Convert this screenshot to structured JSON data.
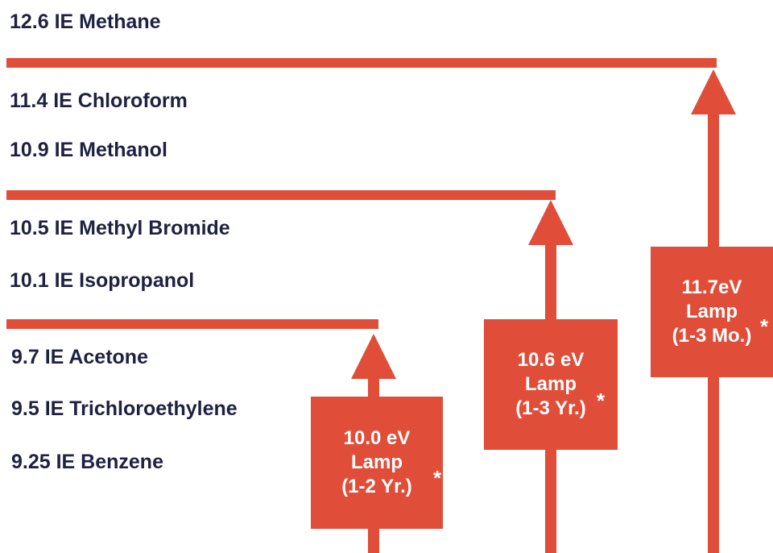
{
  "colors": {
    "accent": "#e04e39",
    "text": "#1e2140",
    "lamp_text": "#ffffff"
  },
  "compounds": [
    {
      "label": "12.6 IE Methane"
    },
    {
      "label": "11.4 IE Chloroform"
    },
    {
      "label": "10.9 IE Methanol"
    },
    {
      "label": "10.5 IE Methyl Bromide"
    },
    {
      "label": "10.1 IE Isopropanol"
    },
    {
      "label": "9.7 IE Acetone"
    },
    {
      "label": "9.5 IE Trichloroethylene"
    },
    {
      "label": "9.25 IE Benzene"
    }
  ],
  "lamps": [
    {
      "energy": "10.0 eV",
      "word": "Lamp",
      "life": "(1-2 Yr.)",
      "mark": "*"
    },
    {
      "energy": "10.6 eV",
      "word": "Lamp",
      "life": "(1-3 Yr.)",
      "mark": "*"
    },
    {
      "energy": "11.7eV",
      "word": "Lamp",
      "life": "(1-3 Mo.)",
      "mark": "*"
    }
  ]
}
